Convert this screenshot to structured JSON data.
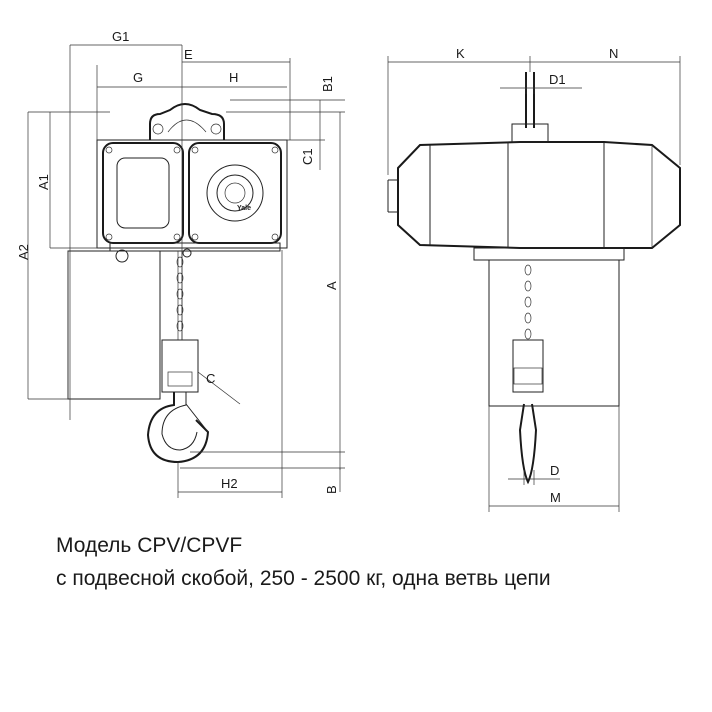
{
  "dimension_labels": {
    "G1": "G1",
    "E": "E",
    "G": "G",
    "H": "H",
    "B1": "B1",
    "C1": "C1",
    "A1": "A1",
    "A2": "A2",
    "A": "A",
    "C": "C",
    "H2": "H2",
    "B": "B",
    "K": "K",
    "N": "N",
    "D1": "D1",
    "D": "D",
    "M": "M"
  },
  "brand_logo": "Yale",
  "caption": {
    "model": "Модель CPV/CPVF",
    "description": "с подвесной скобой, 250 - 2500 кг, одна ветвь цепи"
  }
}
